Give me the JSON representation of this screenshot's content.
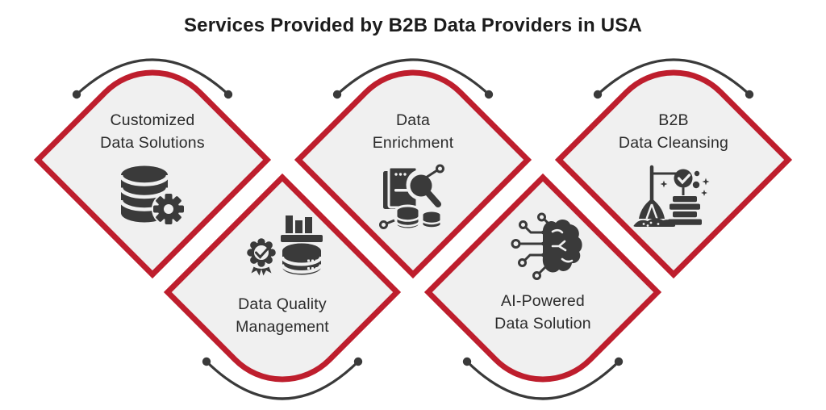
{
  "title": "Services Provided by B2B Data Providers in USA",
  "colors": {
    "accent_red": "#be1e2d",
    "card_fill": "#f0f0f0",
    "icon_dark": "#3a3a3a",
    "text_dark": "#2b2b2b"
  },
  "services": [
    {
      "id": "customized-data-solutions",
      "lines": [
        "Customized",
        "Data Solutions"
      ],
      "icon": "database-gear-icon",
      "row": "top"
    },
    {
      "id": "data-quality-management",
      "lines": [
        "Data Quality",
        "Management"
      ],
      "icon": "quality-badge-database-icon",
      "row": "bottom"
    },
    {
      "id": "data-enrichment",
      "lines": [
        "Data",
        "Enrichment"
      ],
      "icon": "document-magnifier-database-icon",
      "row": "top"
    },
    {
      "id": "ai-powered-data-solution",
      "lines": [
        "AI-Powered",
        "Data Solution"
      ],
      "icon": "ai-brain-circuit-icon",
      "row": "bottom"
    },
    {
      "id": "b2b-data-cleansing",
      "lines": [
        "B2B",
        "Data Cleansing"
      ],
      "icon": "mop-data-stack-icon",
      "row": "top"
    }
  ]
}
